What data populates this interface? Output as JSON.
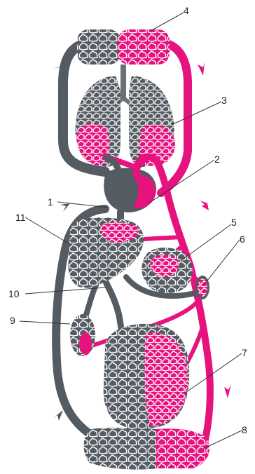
{
  "colors": {
    "deoxygenated": "#555b62",
    "oxygenated": "#e6127e",
    "background": "#ffffff",
    "label": "#222222"
  },
  "labels": {
    "l1": "1",
    "l2": "2",
    "l3": "3",
    "l4": "4",
    "l5": "5",
    "l6": "6",
    "l7": "7",
    "l8": "8",
    "l9": "9",
    "l10": "10",
    "l11": "11"
  },
  "icons": [
    "flow-arrow-icon"
  ]
}
